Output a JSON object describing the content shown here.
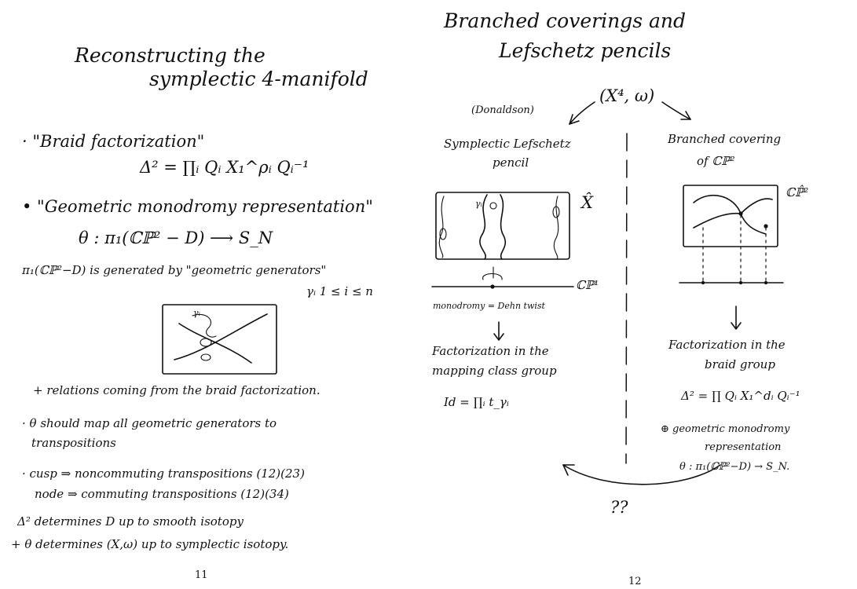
{
  "left_page": {
    "title_line1": "Reconstructing the",
    "title_line2": "symplectic 4-manifold",
    "braid_heading": "· \"Braid factorization\"",
    "braid_formula": "Δ² = ∏ᵢ Qᵢ X₁^ρᵢ Qᵢ⁻¹",
    "monodromy_heading": "• \"Geometric monodromy representation\"",
    "theta_map": "θ : π₁(ℂℙ² − D) ⟶ S_N",
    "generated_by": "π₁(ℂℙ²−D) is generated by \"geometric generators\"",
    "generator_range": "γᵢ   1 ≤ i ≤ n",
    "sketch_label": "γᵢ",
    "relations": "+ relations coming from the braid factorization.",
    "theta_should_1": "· θ should map all geometric generators to",
    "theta_should_2": "transpositions",
    "cusp_line": "· cusp ⇒ noncommuting transpositions (12)(23)",
    "node_line": "node ⇒ commuting transpositions (12)(34)",
    "determines_1": "Δ² determines D up to smooth isotopy",
    "determines_2": "+ θ determines (X,ω) up to symplectic isotopy.",
    "page_number": "11"
  },
  "right_page": {
    "title_line1": "Branched coverings and",
    "title_line2": "Lefschetz pencils",
    "center_space": "(X⁴, ω)",
    "donaldson": "(Donaldson)",
    "left_branch_1": "Symplectic Lefschetz",
    "left_branch_2": "pencil",
    "right_branch_1": "Branched covering",
    "right_branch_2": "of ℂℙ²",
    "x_hat": "X̂",
    "cp_hat": "ℂℙ̂²",
    "cp1": "ℂℙ¹",
    "gamma_label": "γᵢ",
    "monodromy_note": "monodromy = Dehn twist",
    "mcg_1": "Factorization in the",
    "mcg_2": "mapping class group",
    "mcg_formula": "Id = ∏ᵢ t_γᵢ",
    "braid_1": "Factorization in the",
    "braid_2": "braid group",
    "braid_formula": "Δ² = ∏ Qᵢ X₁^dᵢ Qᵢ⁻¹",
    "plus_1": "⊕ geometric monodromy",
    "plus_2": "representation",
    "theta_formula": "θ : π₁(ℂℙ²−D) → S_N.",
    "question": "??",
    "page_number": "12"
  }
}
